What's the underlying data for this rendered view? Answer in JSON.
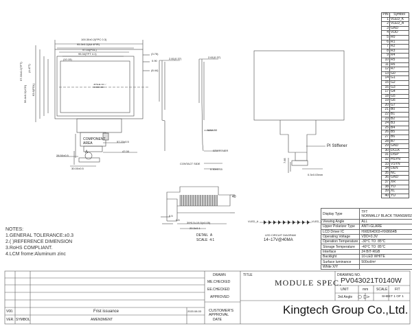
{
  "drawing": {
    "dims": {
      "d1": "100.30±0.2(FPC 0.3)",
      "d2": "95.3±0.2(AA 4FIR)",
      "d3": "97.04(POL)",
      "d4": "95.34(TFT 4.1)",
      "d5": "(10.15)",
      "d6": "(3.75)",
      "d7": "(8.44)",
      "left_dims": [
        "57.33±0.2(TFT)",
        "56.4±0.2(LCD)",
        "63.6(POL)",
        "(4.477)"
      ],
      "center_small": "JP/SHE NO. / 000000.000",
      "component_area": "COMPONENT\nAREA",
      "d_fpc1": "28.50±0.5",
      "d_fpc2": "30.00±0.5",
      "d_fpc3": "47.00",
      "d_fpc4": "57.23±0.5",
      "side1": "2.81(0.37)",
      "side2": "0.90",
      "side3": "2.61(0.37)",
      "max": "MAX 50",
      "stiffener": "STIFFENER",
      "contact_side": "CONTACT SIDE",
      "thick": "0.30±0.03",
      "pi_stiffener": "PI Stiffener",
      "detail": "DETAIL",
      "detail_letter": "A",
      "scale": "SCALE",
      "scale_val": "4:1",
      "label_a": "A",
      "detail_d1": "0.5",
      "detail_d2": "0.5",
      "detail_d3": "39*0.5=19.5(±0.05)",
      "detail_d4": "20.3±0.1",
      "detail_d5": "40",
      "led_label": "LED CIRCUIT DIAGRAM",
      "led_spec": "14~17V@40MA",
      "led_a": "VLED_A",
      "led_k": "VLED_K"
    },
    "pin_header": {
      "no": "PIN",
      "sym": "Symbol"
    },
    "pins": [
      [
        "1",
        "VLED_K"
      ],
      [
        "2",
        "VLED_A"
      ],
      [
        "3",
        "GND"
      ],
      [
        "4",
        "VDD"
      ],
      [
        "5",
        "R0"
      ],
      [
        "6",
        "R1"
      ],
      [
        "7",
        "R2"
      ],
      [
        "8",
        "R3"
      ],
      [
        "9",
        "R4"
      ],
      [
        "10",
        "R5"
      ],
      [
        "11",
        "R6"
      ],
      [
        "12",
        "R7"
      ],
      [
        "13",
        "G0"
      ],
      [
        "14",
        "G1"
      ],
      [
        "15",
        "G2"
      ],
      [
        "16",
        "G3"
      ],
      [
        "17",
        "G4"
      ],
      [
        "18",
        "G5"
      ],
      [
        "19",
        "G6"
      ],
      [
        "20",
        "G7"
      ],
      [
        "21",
        "B0"
      ],
      [
        "22",
        "B1"
      ],
      [
        "23",
        "B2"
      ],
      [
        "24",
        "B3"
      ],
      [
        "25",
        "B4"
      ],
      [
        "26",
        "B5"
      ],
      [
        "27",
        "B6"
      ],
      [
        "28",
        "B7"
      ],
      [
        "29",
        "GND"
      ],
      [
        "30",
        "DCLK"
      ],
      [
        "31",
        "DISP"
      ],
      [
        "32",
        "HSYN"
      ],
      [
        "33",
        "VSYN"
      ],
      [
        "34",
        "DEN"
      ],
      [
        "35",
        "NC"
      ],
      [
        "36",
        "GND"
      ],
      [
        "37",
        "XR"
      ],
      [
        "38",
        "YD"
      ],
      [
        "39",
        "XL"
      ],
      [
        "40",
        "YU"
      ]
    ],
    "pi_dims": [
      "7.85",
      "0.3±0.03mm"
    ],
    "fpc_dim": "20.3±0.5"
  },
  "spec": [
    [
      "Display Type",
      "TFT\nNORMALLY BLACK TRANSMISSIVE"
    ],
    [
      "Viewing Angle",
      "ALL"
    ],
    [
      "Upper Polarizer Type",
      "ANTI-GLARE"
    ],
    [
      "LCD Driver IC",
      "HX8264D03+HX8664B"
    ],
    [
      "Operating Voltage",
      "VDD=3.3V"
    ],
    [
      "Operation Temperature",
      "-30°C TO  85°C"
    ],
    [
      "Storage Temperature",
      "-40°C TO  85°C"
    ],
    [
      "Interface",
      "24 BIT-RGB"
    ],
    [
      "Backlight",
      "10-LED WHITE"
    ],
    [
      "Surface luminance",
      "500cd/m²"
    ],
    [
      "White X/Y",
      ""
    ]
  ],
  "notes": [
    "NOTES:",
    "1.GENERAL TOLERANCE:±0.3",
    "2.(   )REFERENCE DIMENSION",
    "3.RoHS COMPLIANT.",
    "4.LCM frome:Aluminum zinc"
  ],
  "title_block": {
    "drawn": "DRAWN",
    "me_checked": "ME.CHECKED",
    "ee_checked": "EE.CHECKED",
    "approved": "APPROVED",
    "title_label": "TITLE",
    "title": "MODULE SPEC.",
    "drawing_no_label": "DRAWING NO.",
    "drawing_no": "PV043021T0140W",
    "unit": "UNIT",
    "unit_val": "mm",
    "scale": "SCALE",
    "scale_val": "FIT",
    "angle": "3rd Angle",
    "sheet": "SHEET 1 OF 1",
    "company": "Kingtech Group Co.,Ltd.",
    "ver_label": "V00.",
    "first_issue": "Frist issuance",
    "date_val": "2020.08.03",
    "customers_approval": "CUSTOMER'S\nAPPROVAL",
    "ver": "VER.",
    "symbol": "SYMBOL",
    "amendment": "AMENDMENT",
    "date": "DATE"
  }
}
